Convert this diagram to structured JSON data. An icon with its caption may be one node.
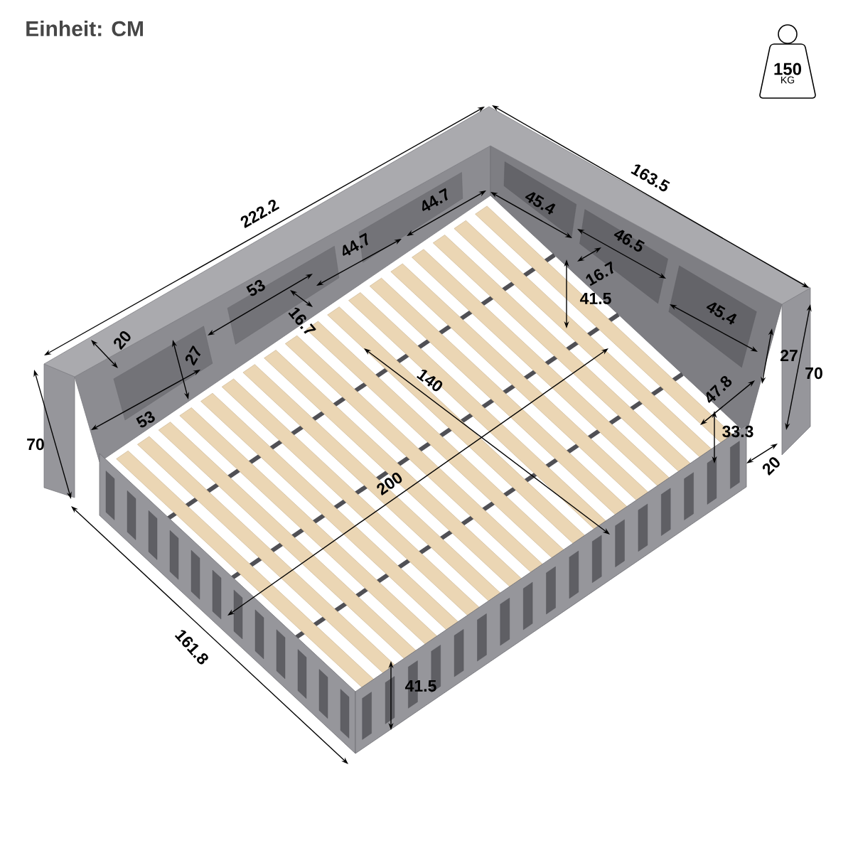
{
  "diagram": {
    "title": "Einheit: CM",
    "nodes": [
      {
        "text": [
          "150",
          "KG"
        ]
      }
    ],
    "labels": [
      "163.5",
      "222.2",
      "44.7",
      "45.4",
      "44.7",
      "46.5",
      "16.7",
      "41.5",
      "53",
      "16.7",
      "45.4",
      "20",
      "27",
      "140",
      "27",
      "53",
      "47.8",
      "70",
      "70",
      "33.3",
      "20",
      "200",
      "161.8",
      "41.5"
    ]
  }
}
